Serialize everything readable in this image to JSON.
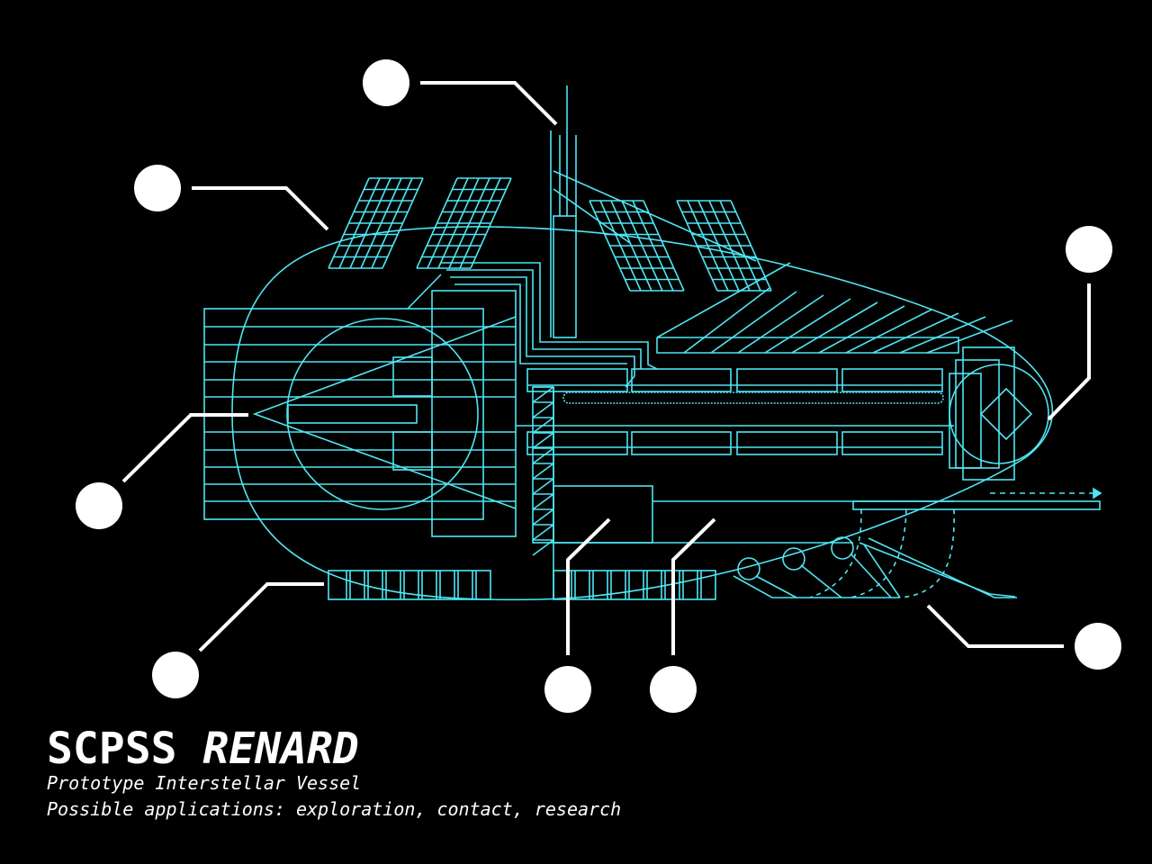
{
  "title": {
    "prefix": "SCPSS",
    "name": "RENARD"
  },
  "subtitle": "Prototype Interstellar Vessel",
  "applications": "Possible applications: exploration, contact, research",
  "colors": {
    "background": "#000000",
    "linework": "#4fe6f2",
    "callouts": "#ffffff"
  },
  "callout_count": 8
}
